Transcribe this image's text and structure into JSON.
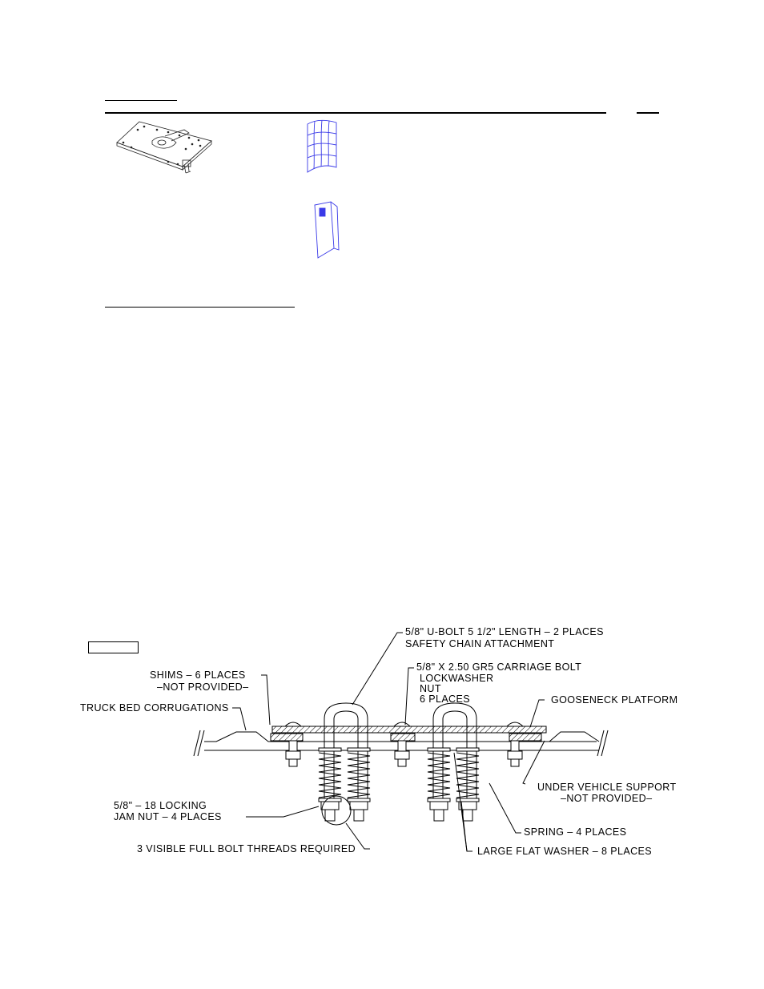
{
  "drawing": {
    "labels": {
      "ubolt_line1": "5/8\" U-BOLT 5 1/2\" LENGTH – 2 PLACES",
      "ubolt_line2": "SAFETY CHAIN ATTACHMENT",
      "carriage_line1": "5/8\" X 2.50 GR5 CARRIAGE BOLT",
      "carriage_line2": "LOCKWASHER",
      "carriage_line3": "NUT",
      "carriage_line4": "6 PLACES",
      "shims_line1": "SHIMS – 6 PLACES",
      "shims_line2": "–NOT PROVIDED–",
      "gooseneck": "GOOSENECK PLATFORM",
      "truck_bed": "TRUCK BED CORRUGATIONS",
      "under_support_line1": "UNDER VEHICLE SUPPORT",
      "under_support_line2": "–NOT PROVIDED–",
      "jam_nut_line1": "5/8\" – 18 LOCKING",
      "jam_nut_line2": "JAM NUT – 4 PLACES",
      "spring": "SPRING – 4 PLACES",
      "threads": "3 VISIBLE FULL BOLT THREADS REQUIRED",
      "washer": "LARGE FLAT WASHER – 8 PLACES"
    }
  },
  "icons": {
    "hitch_plate": "gooseneck-hitch-plate-icon",
    "template": "drilling-template-sheet-icon",
    "booklet": "instruction-booklet-icon"
  },
  "colors": {
    "ink": "#000000",
    "icon_line": "#3a3ae8"
  }
}
